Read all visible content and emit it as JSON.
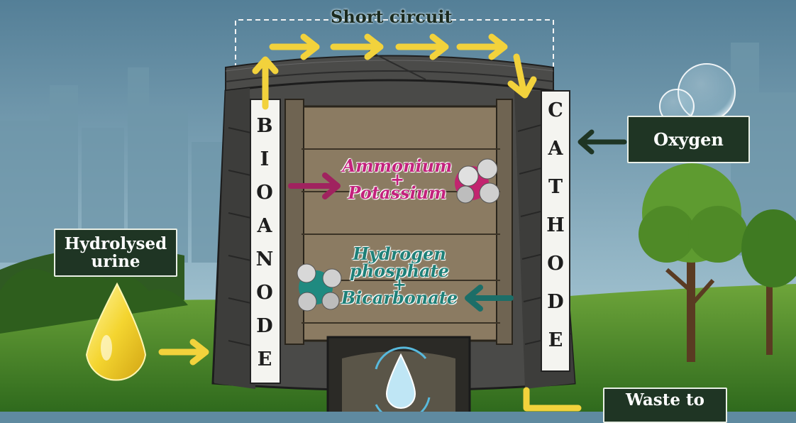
{
  "title": "Short circuit",
  "electrodes": {
    "anode": "BIOANODE",
    "cathode": "CATHODE"
  },
  "inputs": {
    "oxygen": "Oxygen",
    "urine": "Hydrolysed urine"
  },
  "output": {
    "waste": "Waste to"
  },
  "chemicals": {
    "cations": [
      "Ammonium",
      "+",
      "Potassium"
    ],
    "anions": [
      "Hydrogen",
      "phosphate",
      "+",
      "Bicarbonate"
    ]
  },
  "colors": {
    "arrow_yellow": "#f2d23c",
    "cation_pink": "#c3227d",
    "anion_teal": "#1f8078",
    "label_box": "#1f3524",
    "reactor_body": "#4a4a48"
  },
  "icons": [
    "short-circuit-arrow",
    "oxygen-bubbles",
    "ammonium-molecule",
    "phosphate-molecule",
    "urine-drop",
    "water-drop-icon",
    "tree-icon"
  ]
}
